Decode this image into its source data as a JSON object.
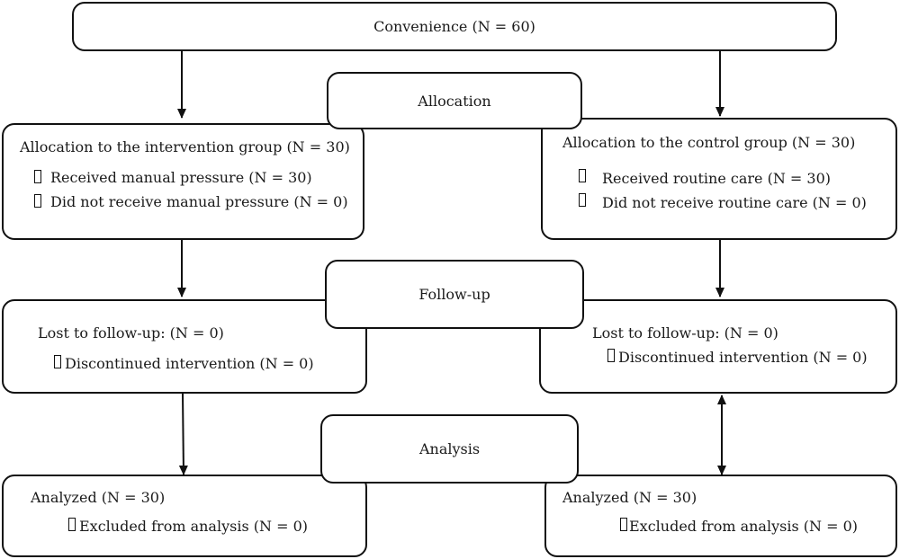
{
  "top": {
    "label": "Convenience (N = 60)"
  },
  "stages": {
    "allocation": "Allocation",
    "followup": "Follow-up",
    "analysis": "Analysis"
  },
  "intervention": {
    "allocation": {
      "title": "Allocation to the intervention group (N = 30)",
      "item1": "Received manual pressure (N = 30)",
      "item2": "Did not receive manual pressure (N = 0)"
    },
    "followup": {
      "title": "Lost to follow-up: (N = 0)",
      "item1": "Discontinued intervention (N = 0)"
    },
    "analysis": {
      "title": "Analyzed (N = 30)",
      "item1": "Excluded from analysis (N = 0)"
    }
  },
  "control": {
    "allocation": {
      "title": "Allocation to the control group (N = 30)",
      "item1": "Received routine care (N = 30)",
      "item2": "Did not receive routine care (N = 0)"
    },
    "followup": {
      "title": "Lost to follow-up: (N = 0)",
      "item1": "Discontinued intervention (N = 0)"
    },
    "analysis": {
      "title": "Analyzed (N = 30)",
      "item1": "Excluded from analysis (N = 0)"
    }
  }
}
